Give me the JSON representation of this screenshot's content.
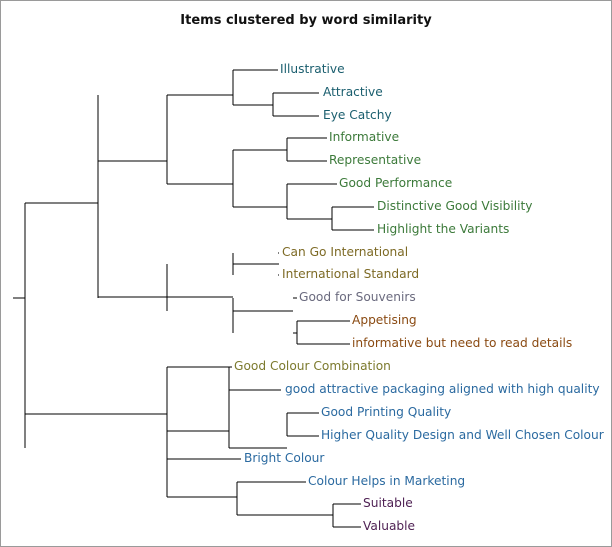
{
  "title": "Items clustered by word similarity",
  "colors": {
    "teal": "#1a5e6e",
    "green": "#3c7a3a",
    "olive": "#7d6a25",
    "slate": "#6a6a7e",
    "brown": "#8a4a12",
    "yellow_green": "#7c7a2e",
    "blue": "#2b6aa0",
    "purple": "#4d1f52"
  },
  "leaves": [
    {
      "label": "Illustrative",
      "color": "#1a5e6e"
    },
    {
      "label": "Attractive",
      "color": "#1a5e6e"
    },
    {
      "label": "Eye Catchy",
      "color": "#1a5e6e"
    },
    {
      "label": "Informative",
      "color": "#3c7a3a"
    },
    {
      "label": "Representative",
      "color": "#3c7a3a"
    },
    {
      "label": "Good Performance",
      "color": "#3c7a3a"
    },
    {
      "label": "Distinctive Good Visibility",
      "color": "#3c7a3a"
    },
    {
      "label": "Highlight the Variants",
      "color": "#3c7a3a"
    },
    {
      "label": "Can Go International",
      "color": "#7d6a25"
    },
    {
      "label": "International Standard",
      "color": "#7d6a25"
    },
    {
      "label": "Good for Souvenirs",
      "color": "#6a6a7e"
    },
    {
      "label": "Appetising",
      "color": "#8a4a12"
    },
    {
      "label": "informative but need to read details",
      "color": "#8a4a12"
    },
    {
      "label": "Good Colour Combination",
      "color": "#7c7a2e"
    },
    {
      "label": "good attractive packaging aligned with high quality",
      "color": "#2b6aa0"
    },
    {
      "label": "Good Printing Quality",
      "color": "#2b6aa0"
    },
    {
      "label": "Higher Quality Design and Well Chosen Colour",
      "color": "#2b6aa0"
    },
    {
      "label": "Bright Colour",
      "color": "#2b6aa0"
    },
    {
      "label": "Colour Helps in Marketing",
      "color": "#2b6aa0"
    },
    {
      "label": "Suitable",
      "color": "#4d1f52"
    },
    {
      "label": "Valuable",
      "color": "#4d1f52"
    }
  ]
}
